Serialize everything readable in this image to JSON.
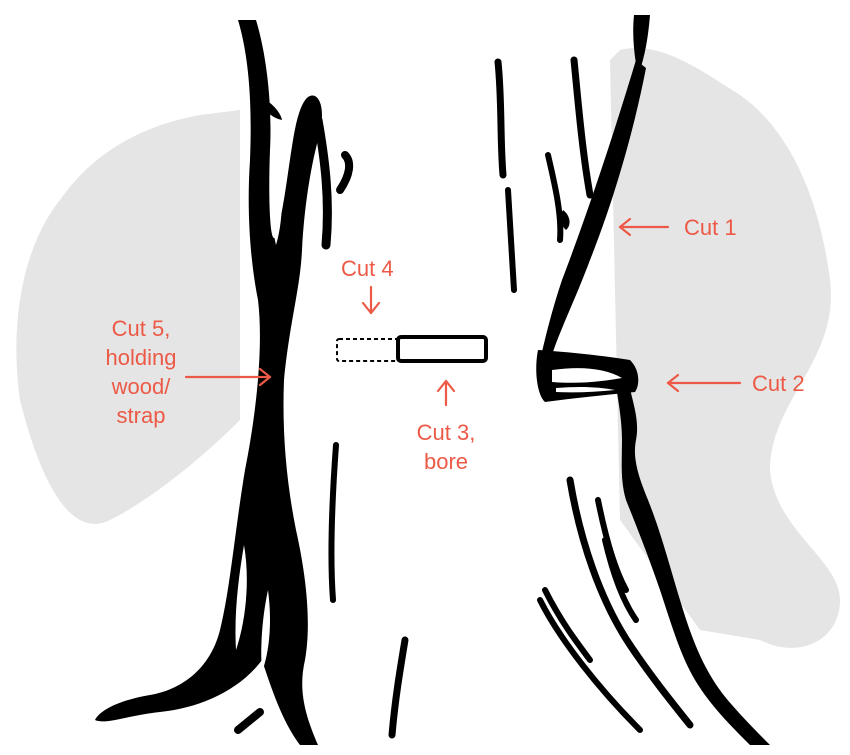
{
  "diagram": {
    "labels": {
      "cut1": "Cut 1",
      "cut2": "Cut 2",
      "cut3_line1": "Cut 3,",
      "cut3_line2": "bore",
      "cut4": "Cut 4",
      "cut5_line1": "Cut 5,",
      "cut5_line2": "holding",
      "cut5_line3": "wood/",
      "cut5_line4": "strap"
    },
    "colors": {
      "label": "#ec5a47",
      "background_shape": "#e5e5e5",
      "ink": "#000000"
    }
  }
}
